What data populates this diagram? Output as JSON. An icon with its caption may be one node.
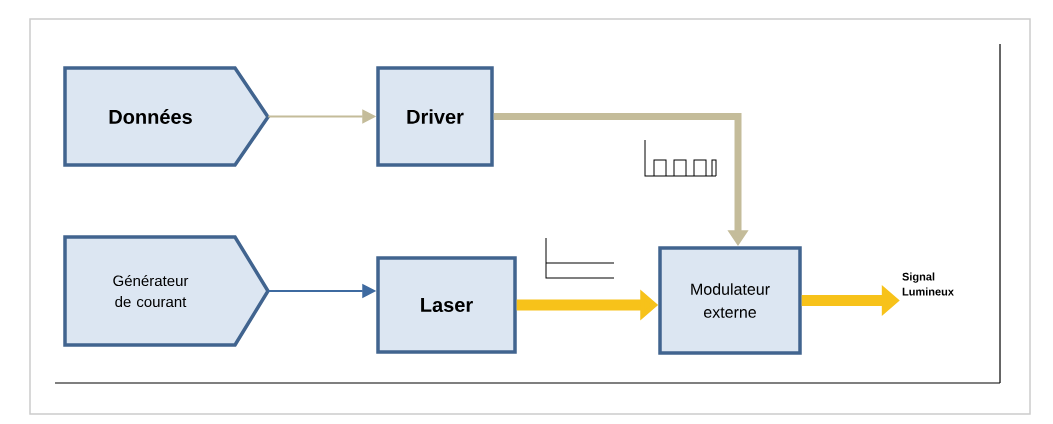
{
  "diagram": {
    "nodes": [
      {
        "text": [
          "Données"
        ]
      },
      {
        "text": [
          "Driver"
        ]
      },
      {
        "text": [
          "Générateur de courant"
        ]
      },
      {
        "text": [
          "Laser"
        ]
      },
      {
        "text": [
          "Modulateur externe"
        ]
      },
      {
        "text": [
          "Signal Lumineux"
        ]
      }
    ],
    "edges": [
      {
        "from": 0,
        "to": 1,
        "arrow": "to",
        "color": "#c4bc9a"
      },
      {
        "from": 1,
        "to": 4,
        "arrow": "to",
        "color": "#c4bc9a"
      },
      {
        "from": 2,
        "to": 3,
        "arrow": "to",
        "color": "#3e6aa0"
      },
      {
        "from": 3,
        "to": 4,
        "arrow": "to",
        "color": "#f7c21a"
      },
      {
        "from": 4,
        "to": 5,
        "arrow": "to",
        "color": "#f7c21a"
      }
    ]
  }
}
